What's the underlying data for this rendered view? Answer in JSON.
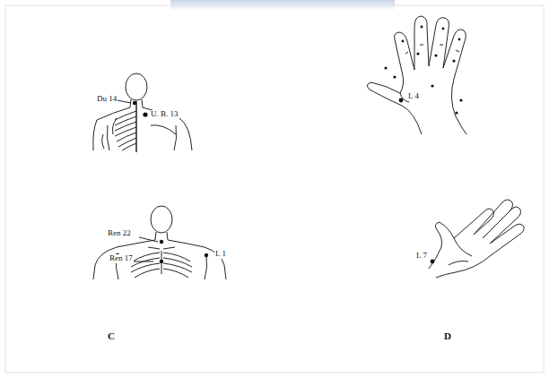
{
  "diagram": {
    "labels": [
      "Du 14",
      "U. B. 13",
      "L 4",
      "Ren 22",
      "Ren 17",
      "L 1",
      "L 7",
      "C",
      "D"
    ]
  }
}
